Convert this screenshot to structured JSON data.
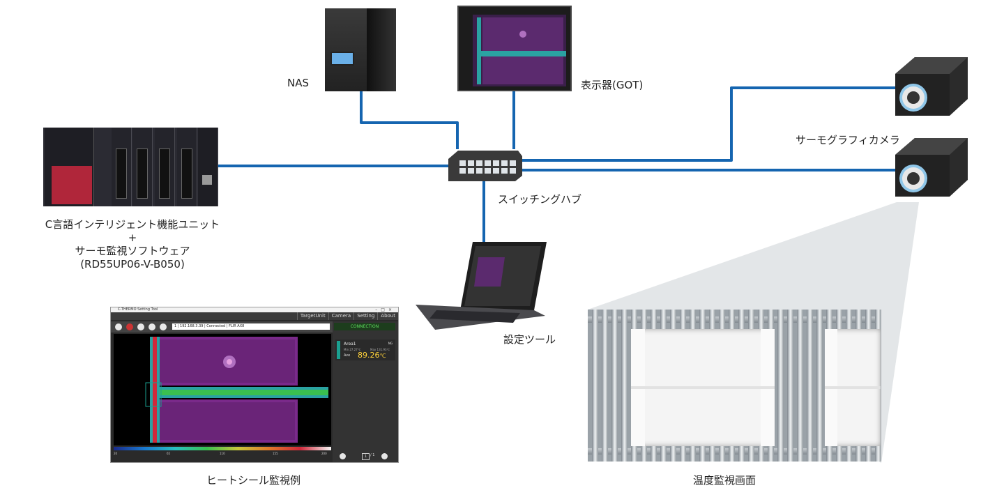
{
  "labels": {
    "nas": "NAS",
    "display": "表示器(GOT)",
    "thermo_camera": "サーモグラフィカメラ",
    "switching_hub": "スイッチングハブ",
    "setting_tool": "設定ツール",
    "plc_line1": "C言語インテリジェント機能ユニット",
    "plc_line2": "+",
    "plc_line3": "サーモ監視ソフトウェア",
    "plc_line4": "(RD55UP06-V-B050)",
    "heat_seal_example": "ヒートシール監視例",
    "temp_monitor_screen": "温度監視画面"
  },
  "app_window": {
    "title": "C-THERMO Setting Tool",
    "menu": [
      "TargetUnit",
      "Camera",
      "Setting",
      "About"
    ],
    "address": "1 | 192.168.3.39 | Connected | FLIR AX8",
    "connection_status": "CONNECTION",
    "area": {
      "name": "Area1",
      "judgement": "NG",
      "min_label": "Min 27.27℃",
      "max_label": "Max 131.93℃",
      "ave_label": "Ave",
      "ave_value": "89.26",
      "unit": "℃"
    },
    "scale": [
      "20",
      "65",
      "110",
      "155",
      "200"
    ],
    "pager": {
      "current": "1",
      "total": "/ 1"
    }
  },
  "colors": {
    "network_line": "#1565b0",
    "thermal_purple": "#7a2a8a",
    "ave_value": "#ffd23a"
  }
}
